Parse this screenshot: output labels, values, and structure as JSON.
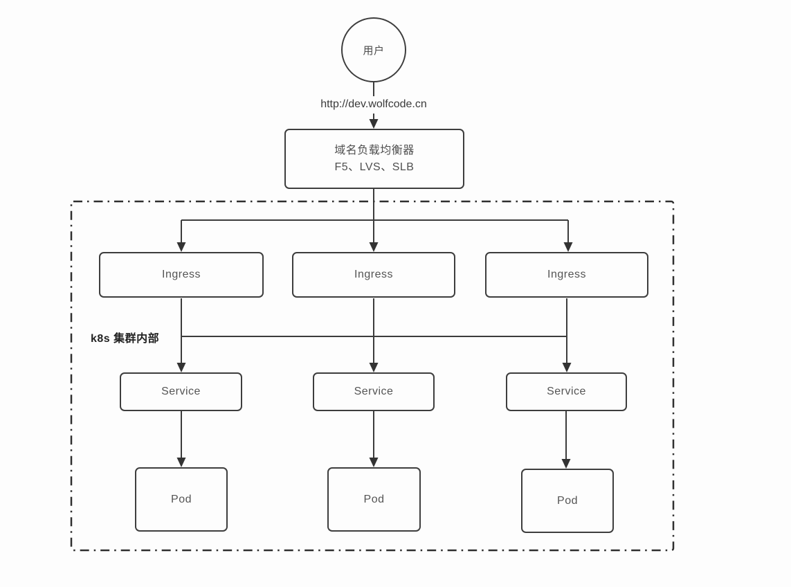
{
  "diagram": {
    "user": {
      "label": "用户"
    },
    "request_url": "http://dev.wolfcode.cn",
    "load_balancer": {
      "line1": "域名负载均衡器",
      "line2": "F5、LVS、SLB"
    },
    "cluster": {
      "label": "k8s 集群内部"
    },
    "ingress_nodes": [
      {
        "label": "Ingress"
      },
      {
        "label": "Ingress"
      },
      {
        "label": "Ingress"
      }
    ],
    "service_nodes": [
      {
        "label": "Service"
      },
      {
        "label": "Service"
      },
      {
        "label": "Service"
      }
    ],
    "pod_nodes": [
      {
        "label": "Pod"
      },
      {
        "label": "Pod"
      },
      {
        "label": "Pod"
      }
    ],
    "colors": {
      "line": "#3b3b3b",
      "node_border": "#3d3d3d",
      "node_text": "#545454",
      "cluster_border": "#2f2f2f",
      "background": "#fdfdfd"
    }
  }
}
